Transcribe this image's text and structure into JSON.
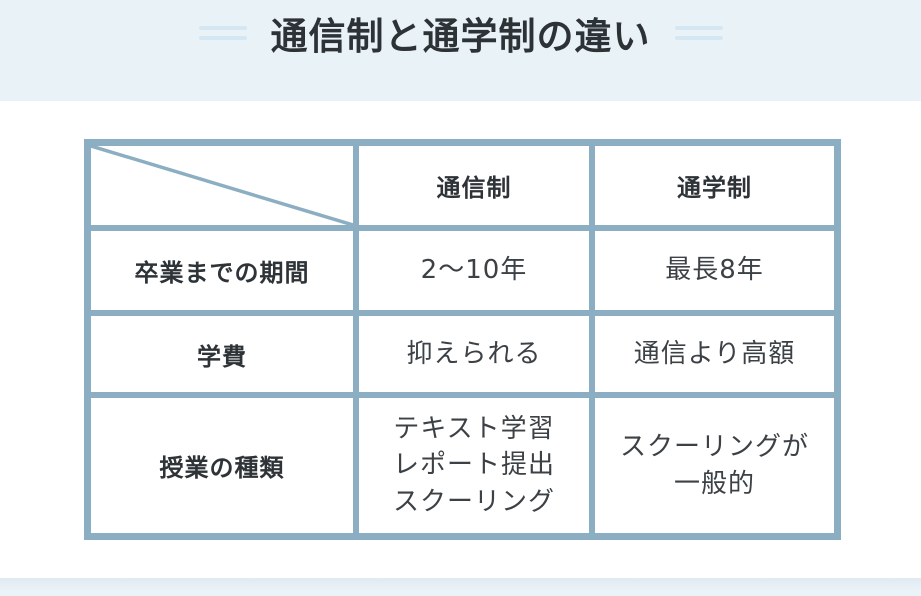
{
  "page": {
    "title": "通信制と通学制の違い"
  },
  "colors": {
    "banner_background": "#e9f2f6",
    "table_border": "#8caec3",
    "heading_text": "#2d3237",
    "cell_text": "#3c4146",
    "decoration_line": "#d5e7f2",
    "bottom_band": "#eaf3f8"
  },
  "table": {
    "header": {
      "col1": "通信制",
      "col2": "通学制"
    },
    "rows": [
      {
        "label": "卒業までの期間",
        "col1": "2〜10年",
        "col2": "最長8年"
      },
      {
        "label": "学費",
        "col1": "抑えられる",
        "col2": "通信より高額"
      },
      {
        "label": "授業の種類",
        "col1": "テキスト学習\nレポート提出\nスクーリング",
        "col2": "スクーリングが\n一般的"
      }
    ]
  }
}
